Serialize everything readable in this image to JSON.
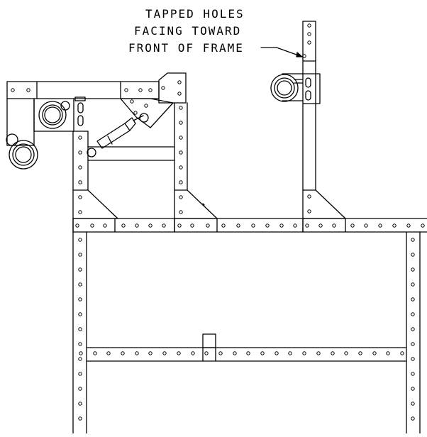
{
  "annotation": {
    "lines": [
      "TAPPED HOLES",
      "FACING TOWARD",
      "FRONT OF FRAME"
    ]
  },
  "colors": {
    "line": "#000000",
    "background": "#ffffff"
  }
}
